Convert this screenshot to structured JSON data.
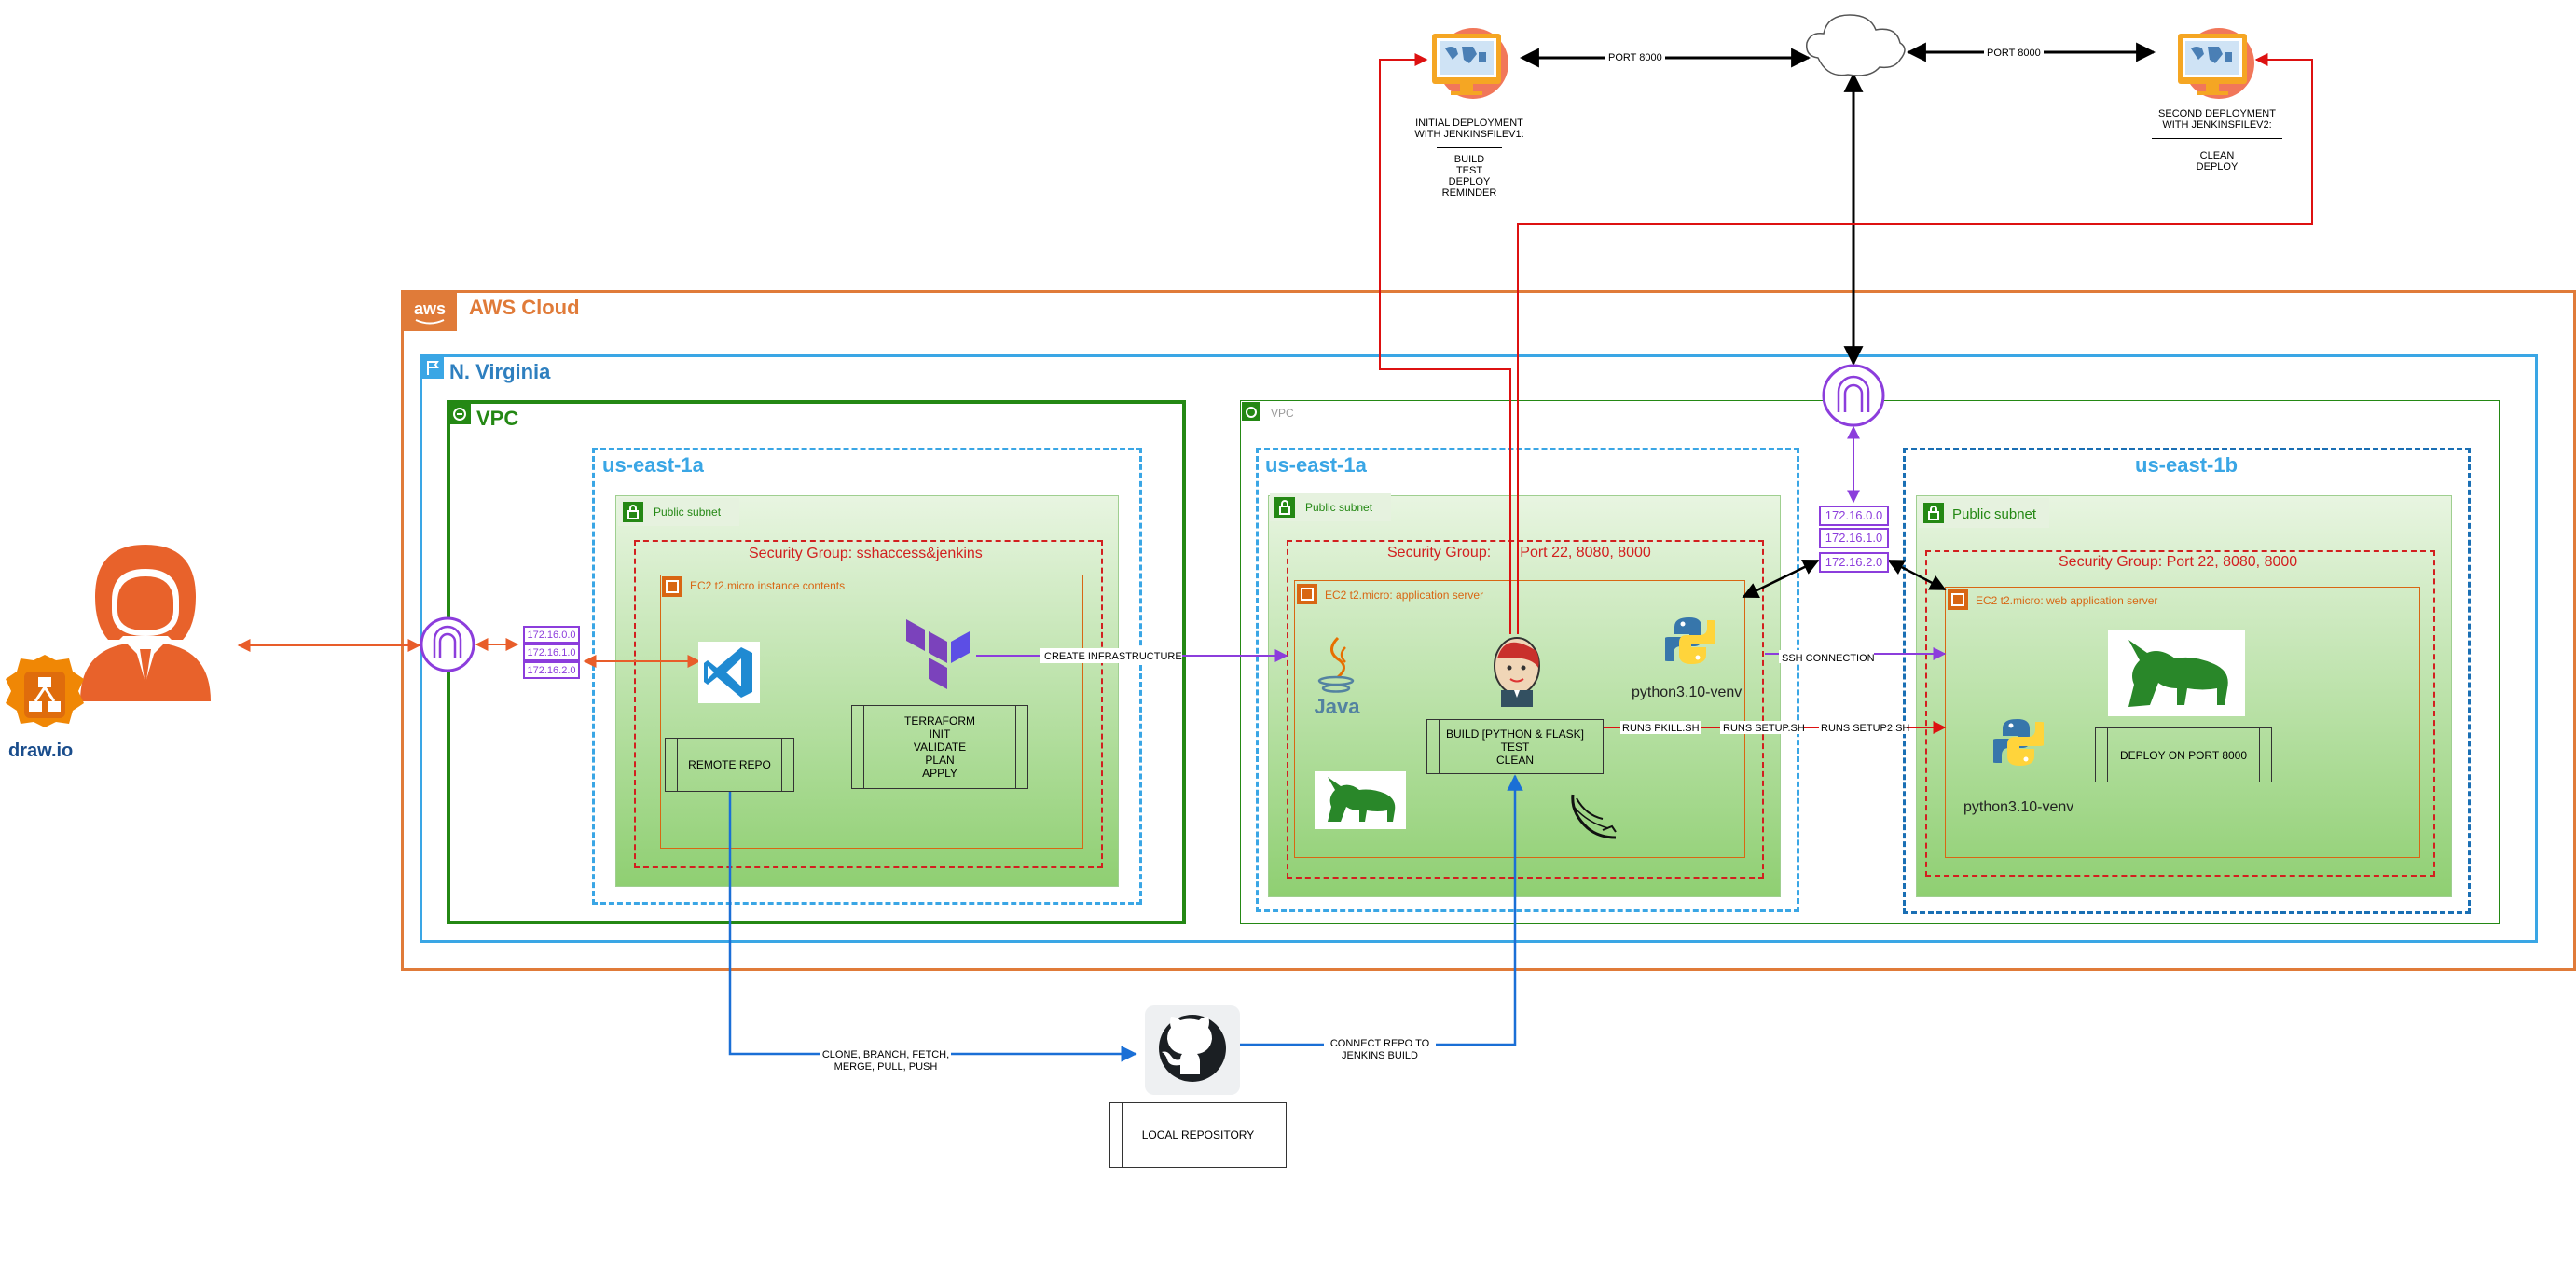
{
  "aws": {
    "title": "AWS Cloud",
    "logo_text": "aws"
  },
  "region": {
    "title": "N. Virginia"
  },
  "vpc_left": {
    "title": "VPC"
  },
  "vpc_right": {
    "title": "VPC"
  },
  "az_left": {
    "title": "us-east-1a"
  },
  "az_mid": {
    "title": "us-east-1a"
  },
  "az_right": {
    "title": "us-east-1b"
  },
  "subnet_label": "Public subnet",
  "sg_left": {
    "title": "Security Group: sshaccess&jenkins"
  },
  "sg_mid": {
    "title": "Security Group:       Port 22, 8080, 8000"
  },
  "sg_right": {
    "title": "Security Group: Port 22, 8080, 8000"
  },
  "ec2_left": {
    "title": "EC2 t2.micro instance contents"
  },
  "ec2_mid": {
    "title": "EC2 t2.micro: application server"
  },
  "ec2_right": {
    "title": "EC2 t2.micro: web application server"
  },
  "left_ips": [
    "172.16.0.0",
    "172.16.1.0",
    "172.16.2.0"
  ],
  "right_ips": [
    "172.16.0.0",
    "172.16.1.0",
    "172.16.2.0"
  ],
  "remote_repo": "REMOTE REPO",
  "terraform_box": [
    "TERRAFORM",
    "INIT",
    "VALIDATE",
    "PLAN",
    "APPLY"
  ],
  "build_box": [
    "BUILD [PYTHON & FLASK]",
    "TEST",
    "CLEAN"
  ],
  "deploy_box": "DEPLOY ON PORT 8000",
  "python_label_mid": "python3.10-venv",
  "python_label_right": "python3.10-venv",
  "java_label": "Java",
  "edges": {
    "create_infra": "CREATE INFRASTRUCTURE",
    "ssh_connection": "SSH CONNECTION",
    "runs_pkill": "RUNS PKILL.SH",
    "runs_setup": "RUNS SETUP.SH",
    "runs_setup2": "RUNS SETUP2.SH",
    "port_left": "PORT 8000",
    "port_right": "PORT 8000",
    "clone_ops": [
      "CLONE, BRANCH, FETCH,",
      "MERGE, PULL, PUSH"
    ],
    "connect_repo": [
      "CONNECT REPO TO",
      "JENKINS BUILD"
    ]
  },
  "initial_deploy": {
    "title": [
      "INITIAL DEPLOYMENT",
      "WITH JENKINSFILEV1:"
    ],
    "steps": [
      "BUILD",
      "TEST",
      "DEPLOY",
      "REMINDER"
    ]
  },
  "second_deploy": {
    "title": [
      "SECOND DEPLOYMENT",
      "WITH JENKINSFILEV2:"
    ],
    "steps": [
      "CLEAN",
      "DEPLOY"
    ]
  },
  "local_repo": "LOCAL REPOSITORY",
  "drawio": "draw.io",
  "colors": {
    "aws_orange": "#e07b39",
    "region_blue": "#3aa6e5",
    "vpc_green": "#248814",
    "az_blue": "#2e8fd4",
    "sg_red": "#d21f1f",
    "ec2_orange": "#d86613",
    "purple": "#8c3ddc",
    "arrow_blue": "#1a6fd6",
    "arrow_red": "#d11",
    "arrow_orange": "#e85d2a"
  }
}
